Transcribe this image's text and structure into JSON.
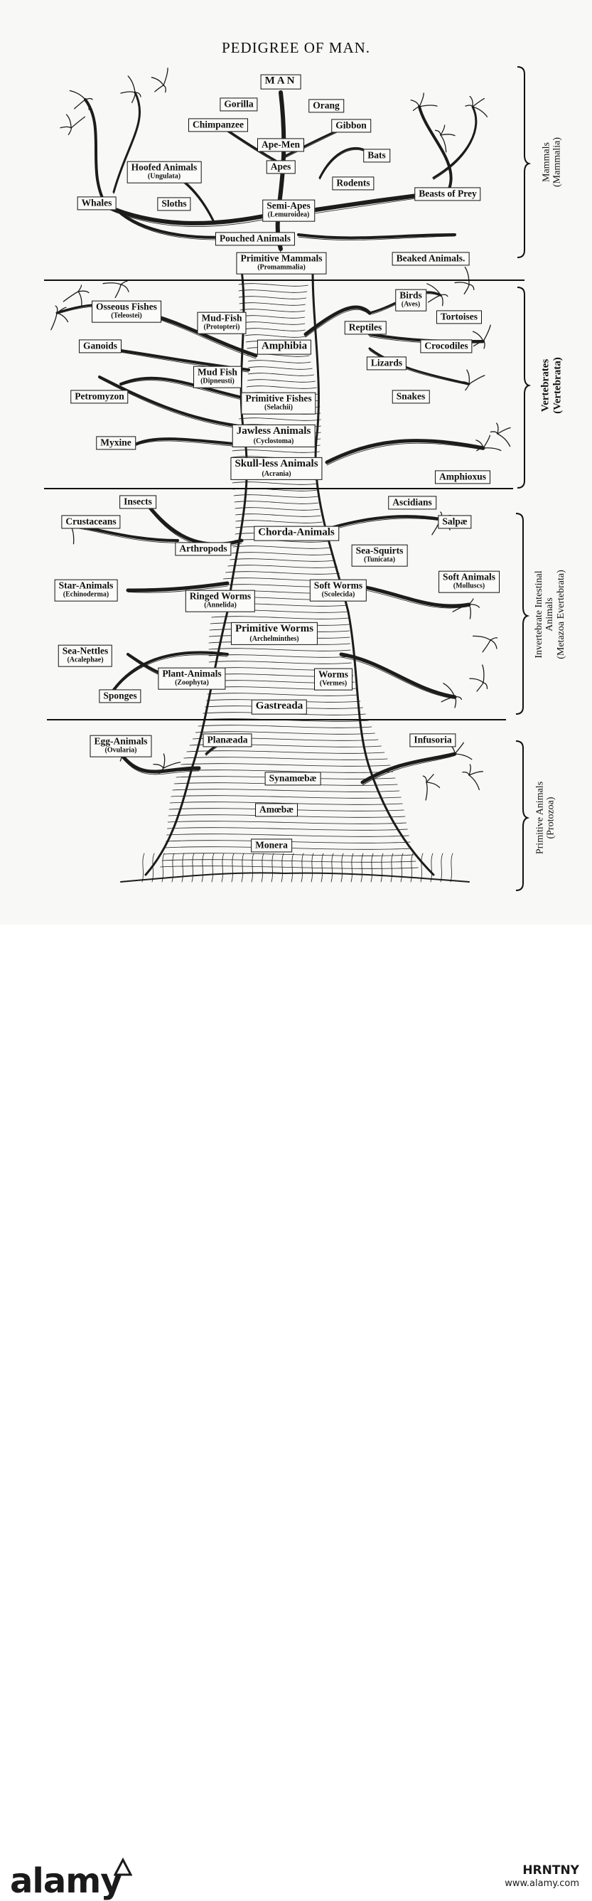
{
  "title": "PEDIGREE OF MAN.",
  "sections": [
    {
      "id": "mammals",
      "label": "Mammals",
      "sub": "(Mammalia)"
    },
    {
      "id": "vertebrates",
      "label": "Vertebrates",
      "sub": "(Vertebrata)"
    },
    {
      "id": "invertebrates",
      "lines": [
        "Invertebrate Intestinal",
        "Animals",
        "(Metazoa Evertebrata)"
      ]
    },
    {
      "id": "primitive",
      "label": "Primitive Animals",
      "sub": "(Protozoa)"
    }
  ],
  "nodes": [
    {
      "id": "man",
      "name": "MAN"
    },
    {
      "id": "gorilla",
      "name": "Gorilla"
    },
    {
      "id": "orang",
      "name": "Orang"
    },
    {
      "id": "chimpanzee",
      "name": "Chimpanzee"
    },
    {
      "id": "gibbon",
      "name": "Gibbon"
    },
    {
      "id": "ape-men",
      "name": "Ape-Men"
    },
    {
      "id": "bats",
      "name": "Bats"
    },
    {
      "id": "hoofed",
      "name": "Hoofed Animals",
      "sub": "(Ungulata)"
    },
    {
      "id": "apes",
      "name": "Apes"
    },
    {
      "id": "rodents",
      "name": "Rodents"
    },
    {
      "id": "beasts",
      "name": "Beasts of Prey"
    },
    {
      "id": "whales",
      "name": "Whales"
    },
    {
      "id": "sloths",
      "name": "Sloths"
    },
    {
      "id": "semi-apes",
      "name": "Semi-Apes",
      "sub": "(Lemuroidea)"
    },
    {
      "id": "pouched",
      "name": "Pouched Animals"
    },
    {
      "id": "primitive-mammals",
      "name": "Primitive Mammals",
      "sub": "(Promammalia)"
    },
    {
      "id": "beaked",
      "name": "Beaked Animals."
    },
    {
      "id": "osseous",
      "name": "Osseous Fishes",
      "sub": "(Teleostei)"
    },
    {
      "id": "mud-fish-1",
      "name": "Mud-Fish",
      "sub": "(Protopteri)"
    },
    {
      "id": "birds",
      "name": "Birds",
      "sub": "(Aves)"
    },
    {
      "id": "tortoises",
      "name": "Tortoises"
    },
    {
      "id": "reptiles",
      "name": "Reptiles"
    },
    {
      "id": "ganoids",
      "name": "Ganoids"
    },
    {
      "id": "amphibia",
      "name": "Amphibia"
    },
    {
      "id": "crocodiles",
      "name": "Crocodiles"
    },
    {
      "id": "lizards",
      "name": "Lizards"
    },
    {
      "id": "mud-fish-2",
      "name": "Mud Fish",
      "sub": "(Dipneusti)"
    },
    {
      "id": "petromyzon",
      "name": "Petromyzon"
    },
    {
      "id": "primitive-fishes",
      "name": "Primitive Fishes",
      "sub": "(Selachii)"
    },
    {
      "id": "snakes",
      "name": "Snakes"
    },
    {
      "id": "jawless",
      "name": "Jawless Animals",
      "sub": "(Cyclostoma)"
    },
    {
      "id": "myxine",
      "name": "Myxine"
    },
    {
      "id": "skull-less",
      "name": "Skull-less Animals",
      "sub": "(Acrania)"
    },
    {
      "id": "amphioxus",
      "name": "Amphioxus"
    },
    {
      "id": "insects",
      "name": "Insects"
    },
    {
      "id": "ascidians",
      "name": "Ascidians"
    },
    {
      "id": "crustaceans",
      "name": "Crustaceans"
    },
    {
      "id": "salpae",
      "name": "Salpæ"
    },
    {
      "id": "chorda",
      "name": "Chorda-Animals"
    },
    {
      "id": "arthropods",
      "name": "Arthropods"
    },
    {
      "id": "sea-squirts",
      "name": "Sea-Squirts",
      "sub": "(Tunicata)"
    },
    {
      "id": "star",
      "name": "Star-Animals",
      "sub": "(Echinoderma)"
    },
    {
      "id": "soft-animals",
      "name": "Soft Animals",
      "sub": "(Molluscs)"
    },
    {
      "id": "ringed",
      "name": "Ringed Worms",
      "sub": "(Annelida)"
    },
    {
      "id": "soft-worms",
      "name": "Soft Worms",
      "sub": "(Scolecida)"
    },
    {
      "id": "primitive-worms",
      "name": "Primitive Worms",
      "sub": "(Archelminthes)"
    },
    {
      "id": "sea-nettles",
      "name": "Sea-Nettles",
      "sub": "(Acalephae)"
    },
    {
      "id": "plant-animals",
      "name": "Plant-Animals",
      "sub": "(Zoophyta)"
    },
    {
      "id": "worms",
      "name": "Worms",
      "sub": "(Vermes)"
    },
    {
      "id": "sponges",
      "name": "Sponges"
    },
    {
      "id": "gastreada",
      "name": "Gastreada"
    },
    {
      "id": "egg-animals",
      "name": "Egg-Animals",
      "sub": "(Ovularia)"
    },
    {
      "id": "planaeada",
      "name": "Planæada"
    },
    {
      "id": "infusoria",
      "name": "Infusoria"
    },
    {
      "id": "synamoebae",
      "name": "Synamœbæ"
    },
    {
      "id": "amoebae",
      "name": "Amœbæ"
    },
    {
      "id": "monera",
      "name": "Monera"
    }
  ],
  "footer": {
    "brand": "alamy",
    "image_id": "HRNTNY",
    "site": "www.alamy.com"
  }
}
